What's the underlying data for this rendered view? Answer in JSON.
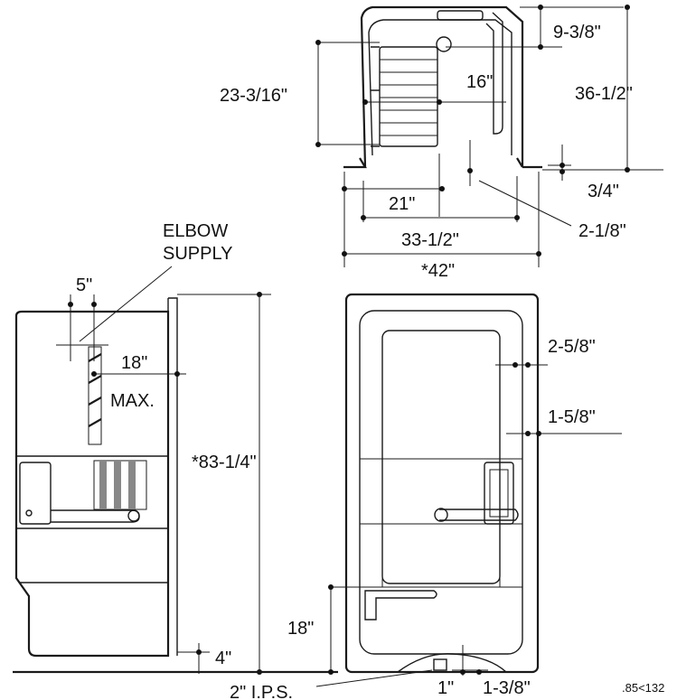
{
  "dimensions": {
    "top_right_top": "9-3/8\"",
    "top_left_height": "23-3/16\"",
    "top_center": "16\"",
    "top_overall_height": "36-1/2\"",
    "top_ledge": "3/4\"",
    "top_half_width": "21\"",
    "top_inner_width": "33-1/2\"",
    "top_offset": "2-1/8\"",
    "top_overall_width": "*42\""
  },
  "elbow_supply": {
    "line1": "ELBOW",
    "line2": "SUPPLY"
  },
  "side_view": {
    "supply_offset": "5\"",
    "max_height": "18\"",
    "max_label": "MAX.",
    "overall_height": "*83-1/4\"",
    "curb_height": "4\""
  },
  "front_view": {
    "top_inset": "2-5/8\"",
    "side_inset": "1-5/8\"",
    "bar_height": "18\"",
    "drain_offset_a": "1\"",
    "drain_offset_b": "1-3/8\""
  },
  "drain_label": "2\" I.P.S.",
  "drawing_ref": ".85<132"
}
